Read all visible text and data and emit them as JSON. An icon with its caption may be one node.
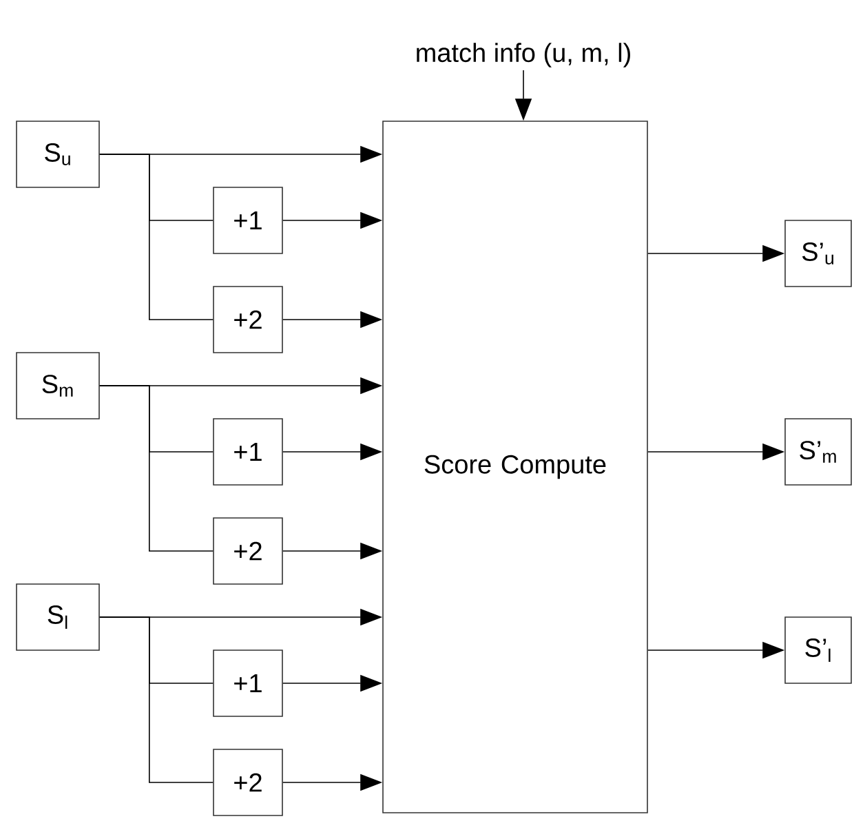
{
  "diagram": {
    "nodes": [
      {
        "text": [
          "S$_{u}$"
        ]
      },
      {
        "text": [
          "+1"
        ]
      },
      {
        "text": [
          "+2"
        ]
      },
      {
        "text": [
          "S$_{m}$"
        ]
      },
      {
        "text": [
          "+1"
        ]
      },
      {
        "text": [
          "+2"
        ]
      },
      {
        "text": [
          "S$_{l}$"
        ]
      },
      {
        "text": [
          "+1"
        ]
      },
      {
        "text": [
          "+2"
        ]
      },
      {
        "text": [
          "Score Compute"
        ]
      },
      {
        "text": [
          "S’$_{u}$"
        ]
      },
      {
        "text": [
          "S’$_{m}$"
        ]
      },
      {
        "text": [
          "S’$_{l}$"
        ]
      },
      {
        "text": [
          "match info (u, m, l)"
        ]
      }
    ],
    "edges": [
      {
        "from": 0,
        "to": 9,
        "arrow": "to"
      },
      {
        "from": 0,
        "to": 1,
        "arrow": "none"
      },
      {
        "from": 1,
        "to": 9,
        "arrow": "to"
      },
      {
        "from": 0,
        "to": 2,
        "arrow": "none"
      },
      {
        "from": 2,
        "to": 9,
        "arrow": "to"
      },
      {
        "from": 3,
        "to": 9,
        "arrow": "to"
      },
      {
        "from": 3,
        "to": 4,
        "arrow": "none"
      },
      {
        "from": 4,
        "to": 9,
        "arrow": "to"
      },
      {
        "from": 3,
        "to": 5,
        "arrow": "none"
      },
      {
        "from": 5,
        "to": 9,
        "arrow": "to"
      },
      {
        "from": 6,
        "to": 9,
        "arrow": "to"
      },
      {
        "from": 6,
        "to": 7,
        "arrow": "none"
      },
      {
        "from": 7,
        "to": 9,
        "arrow": "to"
      },
      {
        "from": 6,
        "to": 8,
        "arrow": "none"
      },
      {
        "from": 8,
        "to": 9,
        "arrow": "to"
      },
      {
        "from": 9,
        "to": 10,
        "arrow": "to"
      },
      {
        "from": 9,
        "to": 11,
        "arrow": "to"
      },
      {
        "from": 9,
        "to": 12,
        "arrow": "to"
      },
      {
        "from": 13,
        "to": 9,
        "arrow": "to"
      }
    ]
  }
}
